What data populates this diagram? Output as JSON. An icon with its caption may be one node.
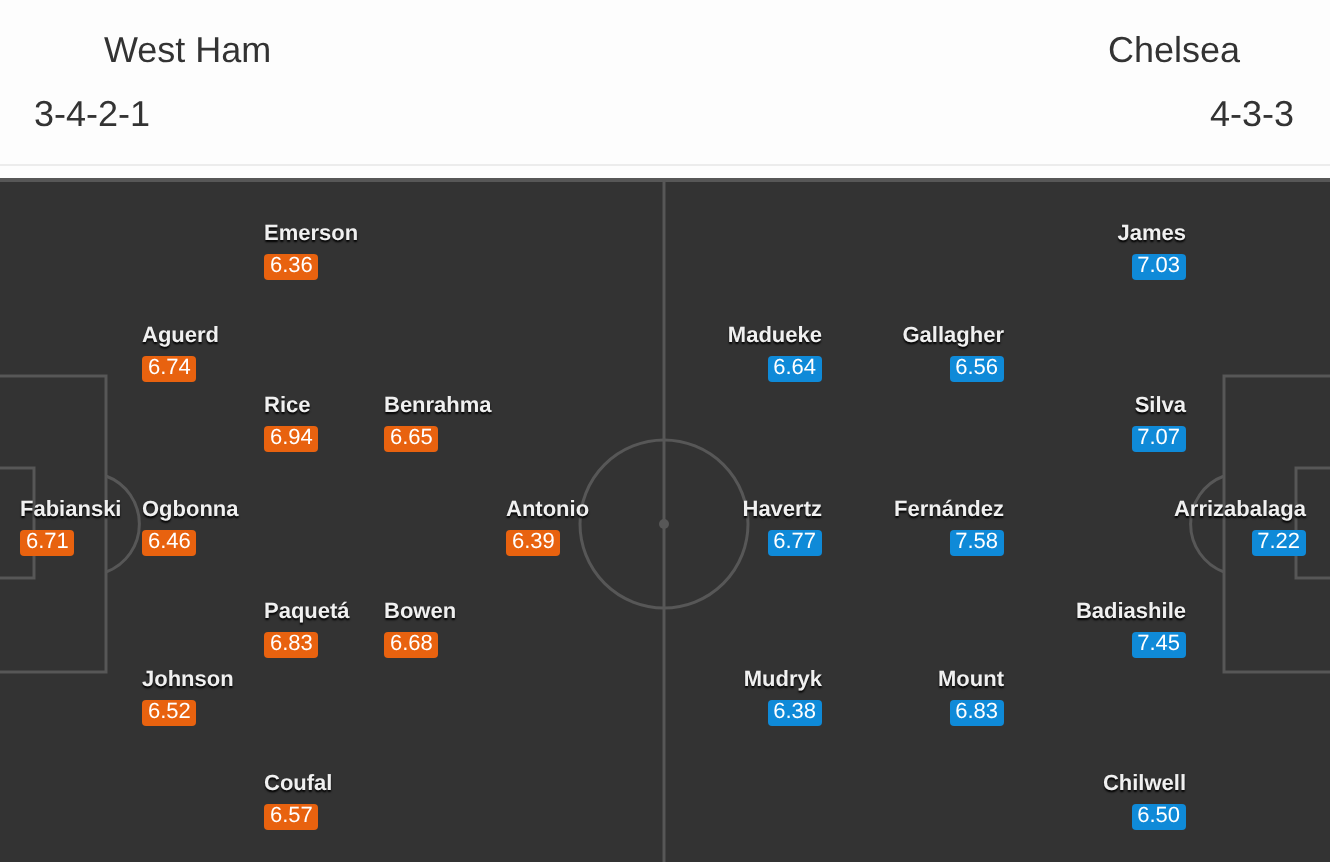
{
  "diagram": {
    "nodes": [
      {
        "text": [
          "Emerson",
          "6.36"
        ]
      },
      {
        "text": [
          "Aguerd",
          "6.74"
        ]
      },
      {
        "text": [
          "Rice",
          "6.94"
        ]
      },
      {
        "text": [
          "Benrahma",
          "6.65"
        ]
      },
      {
        "text": [
          "Fabianski",
          "6.71"
        ]
      },
      {
        "text": [
          "Ogbonna",
          "6.46"
        ]
      },
      {
        "text": [
          "Antonio",
          "6.39"
        ]
      },
      {
        "text": [
          "Paquetá",
          "6.83"
        ]
      },
      {
        "text": [
          "Bowen",
          "6.68"
        ]
      },
      {
        "text": [
          "Johnson",
          "6.52"
        ]
      },
      {
        "text": [
          "Coufal",
          "6.57"
        ]
      },
      {
        "text": [
          "James",
          "7.03"
        ]
      },
      {
        "text": [
          "Madueke",
          "6.64"
        ]
      },
      {
        "text": [
          "Gallagher",
          "6.56"
        ]
      },
      {
        "text": [
          "Silva",
          "7.07"
        ]
      },
      {
        "text": [
          "Havertz",
          "6.77"
        ]
      },
      {
        "text": [
          "Fernández",
          "7.58"
        ]
      },
      {
        "text": [
          "Arrizabalaga",
          "7.22"
        ]
      },
      {
        "text": [
          "Badiashile",
          "7.45"
        ]
      },
      {
        "text": [
          "Mudryk",
          "6.38"
        ]
      },
      {
        "text": [
          "Mount",
          "6.83"
        ]
      },
      {
        "text": [
          "Chilwell",
          "6.50"
        ]
      }
    ],
    "labels": [
      "West Ham",
      "Chelsea",
      "3-4-2-1",
      "4-3-3"
    ]
  }
}
